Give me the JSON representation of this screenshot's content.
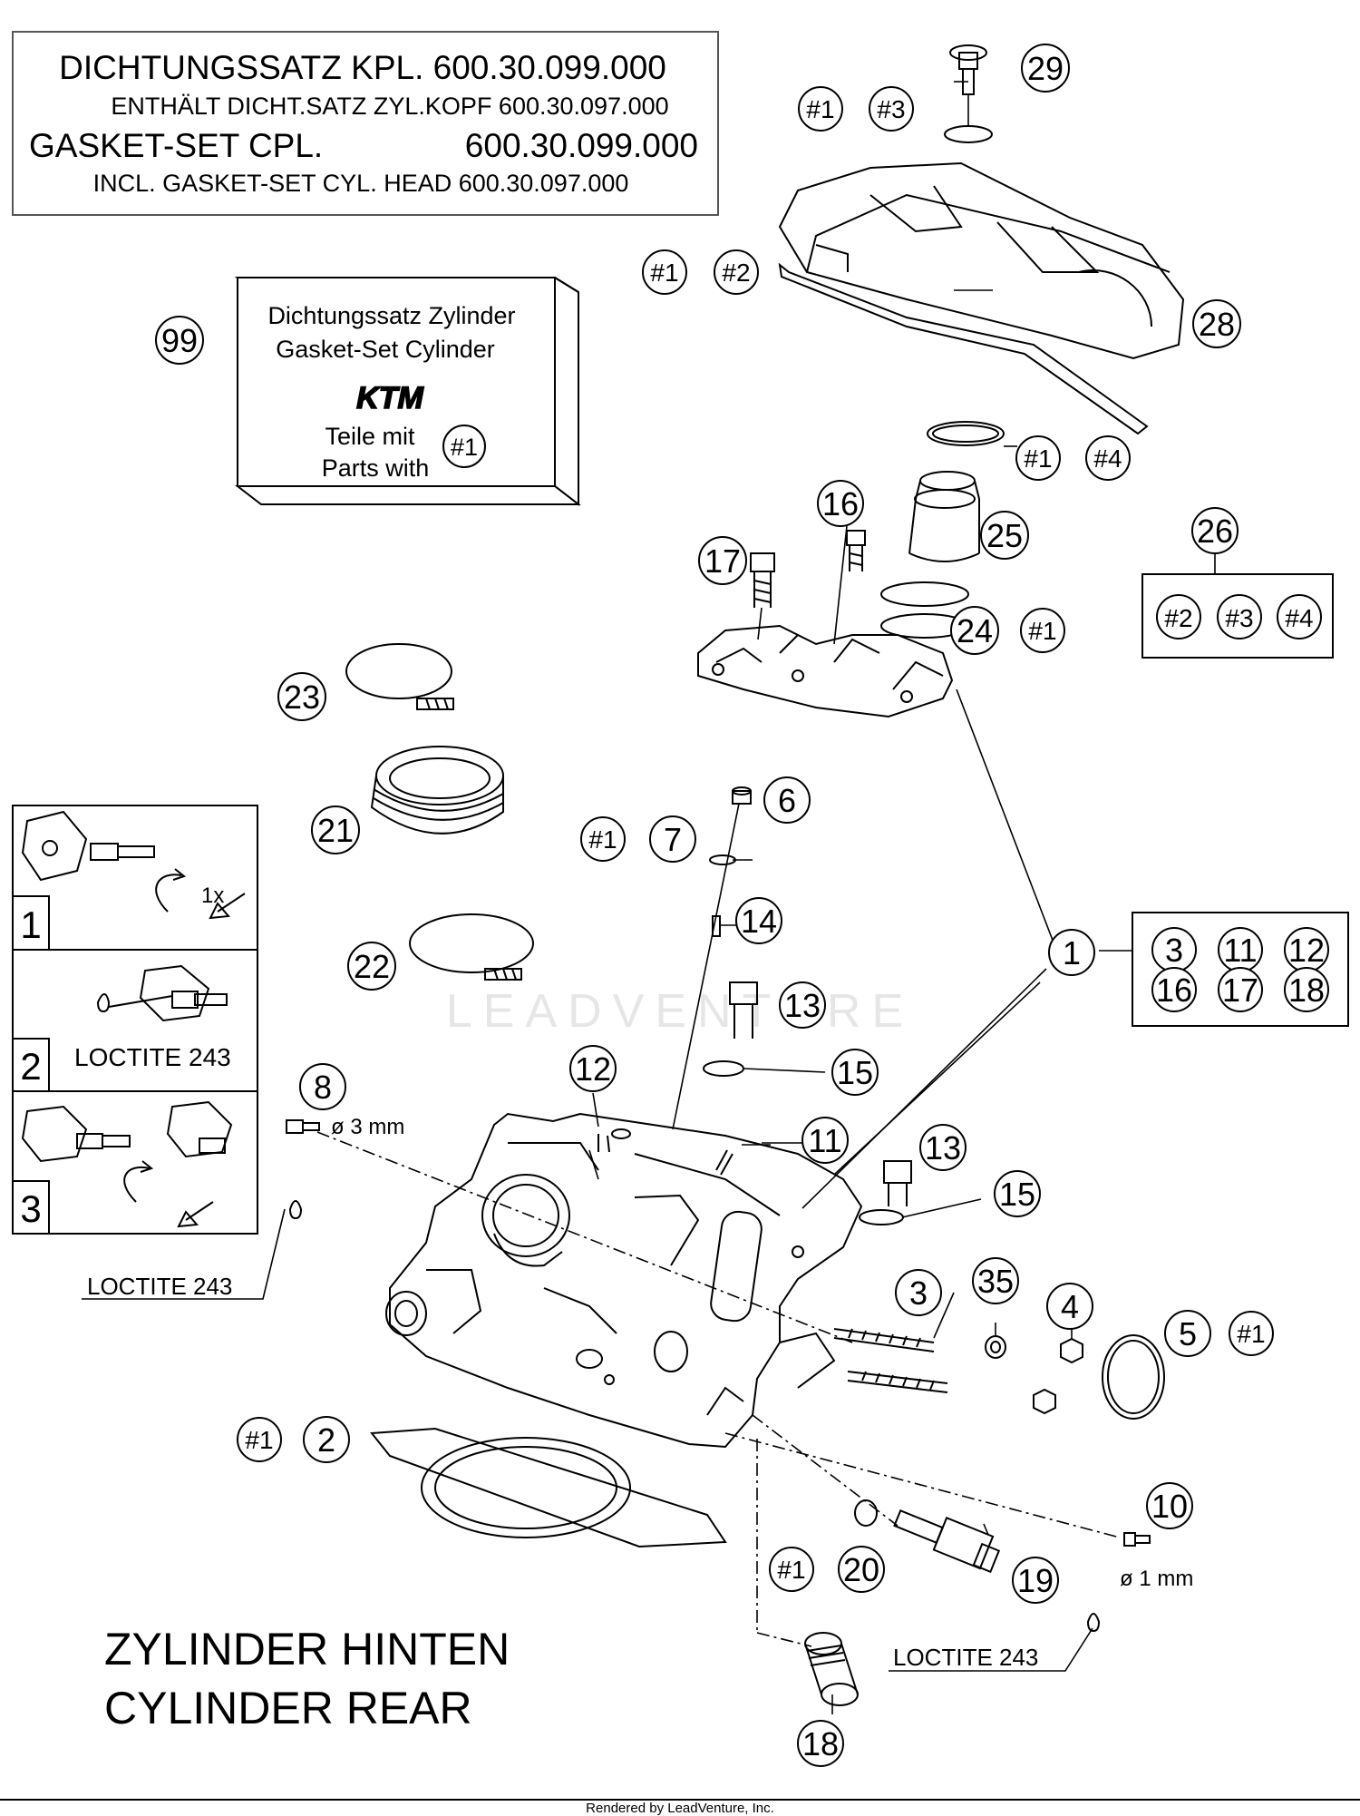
{
  "header_box": {
    "line1": "DICHTUNGSSATZ KPL. 600.30.099.000",
    "line2": "ENTHÄLT DICHT.SATZ ZYL.KOPF 600.30.097.000",
    "line3_left": "GASKET-SET CPL.",
    "line3_right": "600.30.099.000",
    "line4": "INCL. GASKET-SET CYL. HEAD 600.30.097.000"
  },
  "kit_box": {
    "line1": "Dichtungssatz Zylinder",
    "line2": "Gasket-Set Cylinder",
    "logo": "KTM",
    "line3": "Teile mit",
    "line4": "Parts with",
    "ref": "#1"
  },
  "callouts": [
    {
      "id": "c29",
      "label": "29"
    },
    {
      "id": "c1a",
      "label": "#1"
    },
    {
      "id": "c3a",
      "label": "#3"
    },
    {
      "id": "c1b",
      "label": "#1"
    },
    {
      "id": "c2b",
      "label": "#2"
    },
    {
      "id": "c28",
      "label": "28"
    },
    {
      "id": "c99",
      "label": "99"
    },
    {
      "id": "c1c",
      "label": "#1"
    },
    {
      "id": "c4c",
      "label": "#4"
    },
    {
      "id": "c16",
      "label": "16"
    },
    {
      "id": "c25",
      "label": "25"
    },
    {
      "id": "c17",
      "label": "17"
    },
    {
      "id": "c26",
      "label": "26"
    },
    {
      "id": "c24",
      "label": "24"
    },
    {
      "id": "c1d",
      "label": "#1"
    },
    {
      "id": "c23",
      "label": "23"
    },
    {
      "id": "c21",
      "label": "21"
    },
    {
      "id": "c6",
      "label": "6"
    },
    {
      "id": "c1e",
      "label": "#1"
    },
    {
      "id": "c7",
      "label": "7"
    },
    {
      "id": "c14",
      "label": "14"
    },
    {
      "id": "c22",
      "label": "22"
    },
    {
      "id": "c1",
      "label": "1"
    },
    {
      "id": "c13a",
      "label": "13"
    },
    {
      "id": "c12",
      "label": "12"
    },
    {
      "id": "c8",
      "label": "8"
    },
    {
      "id": "c15a",
      "label": "15"
    },
    {
      "id": "c11",
      "label": "11"
    },
    {
      "id": "c13b",
      "label": "13"
    },
    {
      "id": "c15b",
      "label": "15"
    },
    {
      "id": "c3",
      "label": "3"
    },
    {
      "id": "c35",
      "label": "35"
    },
    {
      "id": "c4",
      "label": "4"
    },
    {
      "id": "c5",
      "label": "5"
    },
    {
      "id": "c1f",
      "label": "#1"
    },
    {
      "id": "c1g",
      "label": "#1"
    },
    {
      "id": "c2",
      "label": "2"
    },
    {
      "id": "c10",
      "label": "10"
    },
    {
      "id": "c1h",
      "label": "#1"
    },
    {
      "id": "c20",
      "label": "20"
    },
    {
      "id": "c19",
      "label": "19"
    },
    {
      "id": "c18",
      "label": "18"
    }
  ],
  "group26": [
    "#2",
    "#3",
    "#4"
  ],
  "group1": [
    "3",
    "11",
    "12",
    "16",
    "17",
    "18"
  ],
  "steps": {
    "s1": "1",
    "s1_note": "1x",
    "s2": "2",
    "s2_note": "LOCTITE 243",
    "s3": "3"
  },
  "notes": {
    "d3mm": "ø 3 mm",
    "d1mm": "ø 1 mm",
    "loctite_left": "LOCTITE 243",
    "loctite_bottom": "LOCTITE 243"
  },
  "watermark": "LEADVENTURE",
  "title": {
    "line1": "ZYLINDER HINTEN",
    "line2": "CYLINDER REAR"
  },
  "footer": "Rendered by LeadVenture, Inc."
}
